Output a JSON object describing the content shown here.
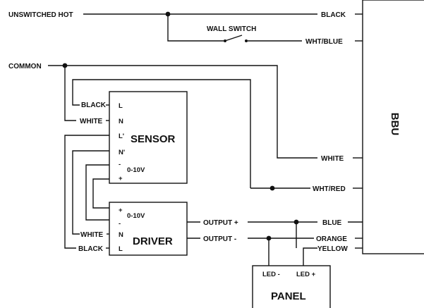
{
  "inputs": {
    "unswitched_hot": "UNSWITCHED HOT",
    "common": "COMMON",
    "wall_switch": "WALL SWITCH"
  },
  "bbu": {
    "title": "BBU",
    "terminals": {
      "black": "BLACK",
      "wht_blue": "WHT/BLUE",
      "white": "WHITE",
      "wht_red": "WHT/RED",
      "blue": "BLUE",
      "orange": "ORANGE",
      "yellow": "YELLOW"
    }
  },
  "sensor": {
    "title": "SENSOR",
    "pins": {
      "l": "L",
      "n": "N",
      "l_prime": "L'",
      "n_prime": "N'",
      "minus": "-",
      "dim": "0-10V",
      "plus": "+"
    },
    "wires": {
      "black": "BLACK",
      "white": "WHITE"
    }
  },
  "driver": {
    "title": "DRIVER",
    "pins": {
      "plus": "+",
      "dim": "0-10V",
      "minus": "-",
      "n": "N",
      "l": "L"
    },
    "wires": {
      "white": "WHITE",
      "black": "BLACK"
    },
    "outputs": {
      "plus": "OUTPUT +",
      "minus": "OUTPUT -"
    }
  },
  "panel": {
    "title": "PANEL",
    "pins": {
      "led_minus": "LED -",
      "led_plus": "LED +"
    }
  }
}
